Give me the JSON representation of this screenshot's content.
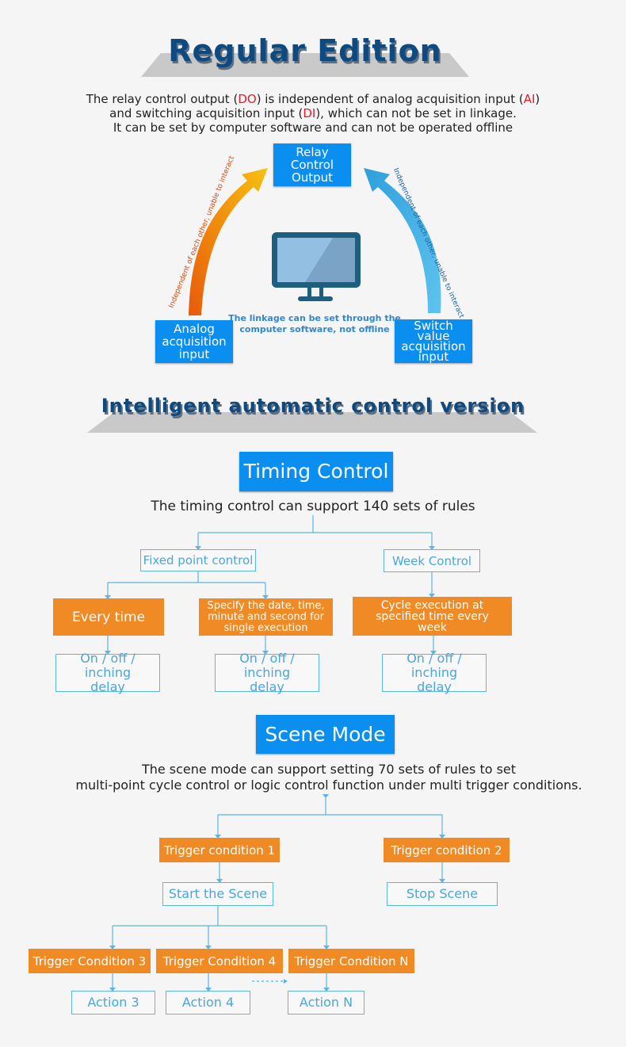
{
  "regular": {
    "title": "Regular Edition",
    "desc": [
      "The relay control output (",
      "DO",
      ") is independent of analog acquisition input (",
      "AI",
      ")",
      "and switching acquisition input (",
      "DI",
      "), which can not be set in linkage.",
      "It can be set by computer software and can not be operated offline"
    ],
    "relay": "Relay Control Output",
    "analog": "Analog acquisition input",
    "switch": "Switch value acquisition input",
    "arrow_left": "Independent of each other, unable to interact",
    "arrow_right": "Independent of each other, unable to interact",
    "linkage": [
      "The linkage can be set through the",
      "computer software, not offline"
    ]
  },
  "intelligent": {
    "title": "Intelligent automatic control version"
  },
  "timing": {
    "title": "Timing Control",
    "desc": "The timing control can support 140 sets of rules",
    "fixed": "Fixed point control",
    "week": "Week Control",
    "every": "Every time",
    "specify": "Specify the date, time, minute and second for single execution",
    "cycle": "Cycle execution at specified time every week",
    "onoff": "On / off / inching delay"
  },
  "scene": {
    "title": "Scene Mode",
    "desc": [
      "The scene mode can support setting 70 sets of rules to set",
      "multi-point cycle control or logic control function under multi trigger conditions."
    ],
    "t1": "Trigger condition 1",
    "t2": "Trigger condition 2",
    "start": "Start the Scene",
    "stop": "Stop Scene",
    "t3": "Trigger Condition 3",
    "t4": "Trigger Condition 4",
    "tn": "Trigger Condition N",
    "a3": "Action 3",
    "a4": "Action 4",
    "an": "Action N"
  },
  "colors": {
    "blue": "#0a8ef0",
    "orange": "#f08a24",
    "line": "#5bb5e6",
    "title": "#0e4a80"
  }
}
